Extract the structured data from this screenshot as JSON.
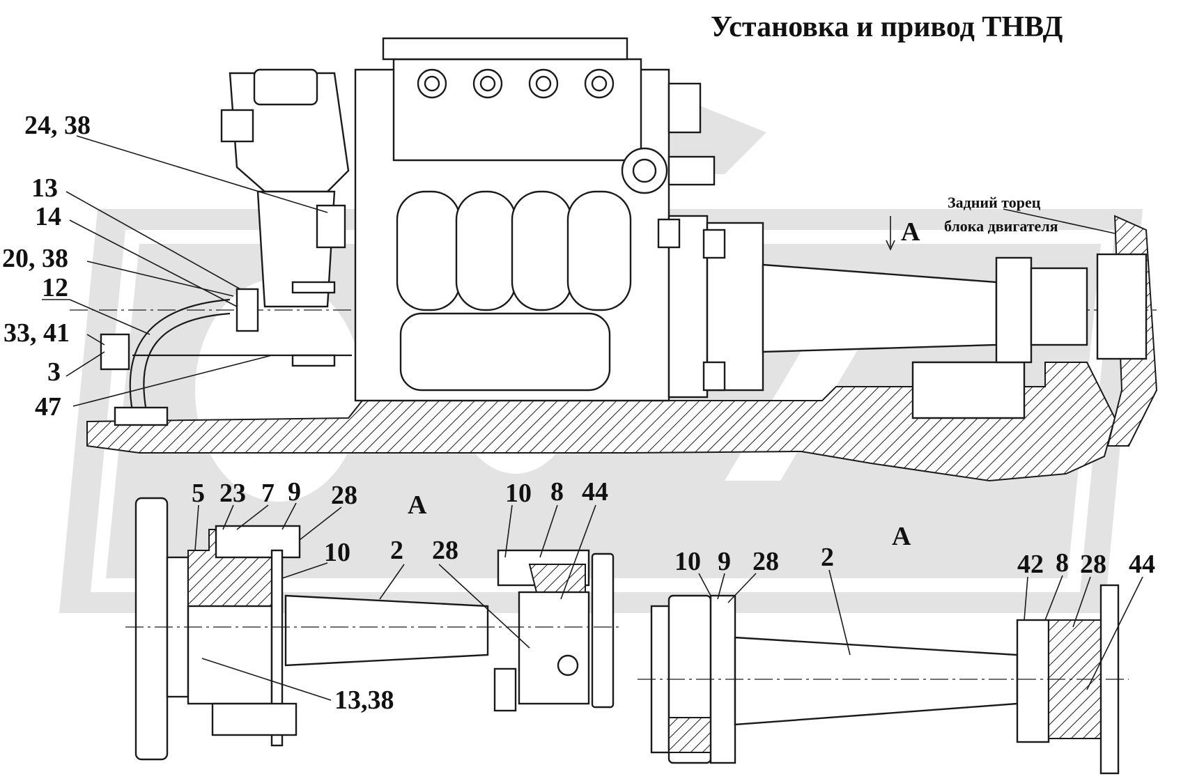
{
  "title": "Установка и привод ТНВД",
  "note": {
    "line1": "Задний торец",
    "line2": "блока двигателя"
  },
  "section_marks": {
    "top": "A",
    "view_left": "A",
    "view_right": "A"
  },
  "labels_main": {
    "l24_38": "24, 38",
    "l13": "13",
    "l14": "14",
    "l20_38": "20, 38",
    "l12": "12",
    "l33_41": "33, 41",
    "l3": "3",
    "l47": "47"
  },
  "labels_view_left": {
    "l5": "5",
    "l23": "23",
    "l7": "7",
    "l9": "9",
    "l28a": "28",
    "l10a": "10",
    "l2": "2",
    "l28b": "28",
    "l10b": "10",
    "l8": "8",
    "l44": "44",
    "l13_38": "13,38"
  },
  "labels_view_right": {
    "l10": "10",
    "l9": "9",
    "l28a": "28",
    "l2": "2",
    "l42": "42",
    "l8": "8",
    "l28b": "28",
    "l44": "44"
  },
  "colors": {
    "ink": "#1a1a1a",
    "watermark": "#e3e3e3",
    "paper": "#ffffff"
  }
}
